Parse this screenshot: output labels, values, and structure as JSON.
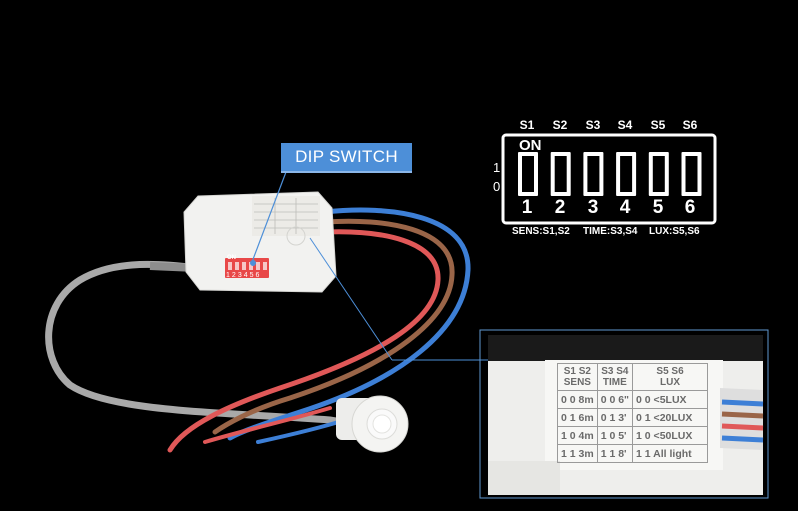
{
  "callout": {
    "label": "DIP SWITCH"
  },
  "dip_diagram": {
    "on_label": "ON",
    "row_on": "1",
    "row_off": "0",
    "switch_names": [
      "S1",
      "S2",
      "S3",
      "S4",
      "S5",
      "S6"
    ],
    "switch_numbers": [
      "1",
      "2",
      "3",
      "4",
      "5",
      "6"
    ],
    "groups": [
      "SENS:S1,S2",
      "TIME:S3,S4",
      "LUX:S5,S6"
    ]
  },
  "settings_table": {
    "headers": [
      [
        "S1 S2",
        "SENS"
      ],
      [
        "S3 S4",
        "TIME"
      ],
      [
        "S5 S6",
        "LUX"
      ]
    ],
    "rows": [
      [
        "0 0 8m",
        "0 0   6\"",
        "0 0 <5LUX"
      ],
      [
        "0 1 6m",
        "0 1   3'",
        "0 1 <20LUX"
      ],
      [
        "1 0 4m",
        "1 0   5'",
        "1 0 <50LUX"
      ],
      [
        "1 1 3m",
        "1 1   8'",
        "1 1 All light"
      ]
    ]
  },
  "device_switch": {
    "on_label": "ON",
    "numbers": [
      "1",
      "2",
      "3",
      "4",
      "5",
      "6"
    ]
  },
  "colors": {
    "background": "#000000",
    "callout_blue": "#4d8fd8",
    "wire_blue": "#3d7fd6",
    "wire_brown": "#9a6548",
    "wire_red": "#e05858",
    "wire_gray": "#a9a9a9",
    "dip_red": "#e84848",
    "housing_white": "#f2f2f0"
  }
}
